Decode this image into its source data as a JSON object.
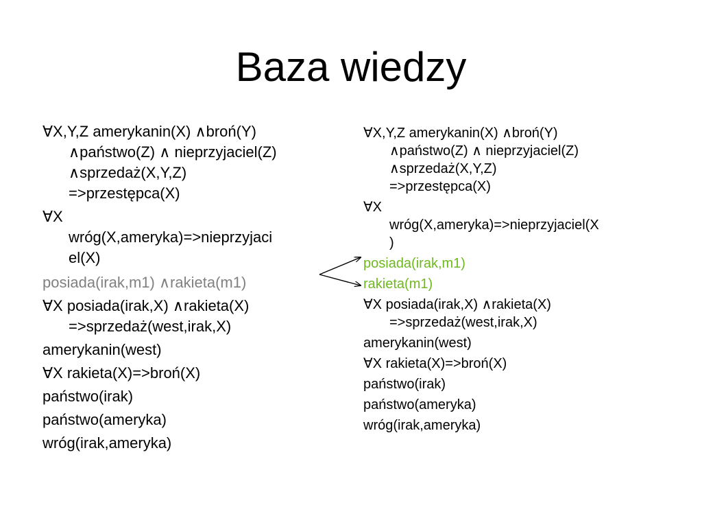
{
  "slide": {
    "title": "Baza wiedzy"
  },
  "left": {
    "items": [
      "∀X,Y,Z amerykanin(X) ∧broń(Y)\n∧państwo(Z) ∧ nieprzyjaciel(Z)\n∧sprzedaż(X,Y,Z)\n=>przestępca(X)",
      "∀X\nwróg(X,ameryka)=>nieprzyjaci\nel(X)",
      "posiada(irak,m1) ∧rakieta(m1)",
      "∀X posiada(irak,X) ∧rakieta(X)\n=>sprzedaż(west,irak,X)",
      "amerykanin(west)",
      "∀X rakieta(X)=>broń(X)",
      "państwo(irak)",
      "państwo(ameryka)",
      "wróg(irak,ameryka)"
    ]
  },
  "right": {
    "items": [
      "∀X,Y,Z amerykanin(X) ∧broń(Y)\n∧państwo(Z) ∧ nieprzyjaciel(Z)\n∧sprzedaż(X,Y,Z)\n=>przestępca(X)",
      "∀X\nwróg(X,ameryka)=>nieprzyjaciel(X\n)",
      "posiada(irak,m1)",
      "rakieta(m1)",
      "∀X posiada(irak,X) ∧rakieta(X)\n=>sprzedaż(west,irak,X)",
      "amerykanin(west)",
      "∀X rakieta(X)=>broń(X)",
      "państwo(irak)",
      "państwo(ameryka)",
      "wróg(irak,ameryka)"
    ]
  },
  "colors": {
    "text": "#000000",
    "highlight_grey": "#808080",
    "highlight_green": "#6fb820"
  }
}
